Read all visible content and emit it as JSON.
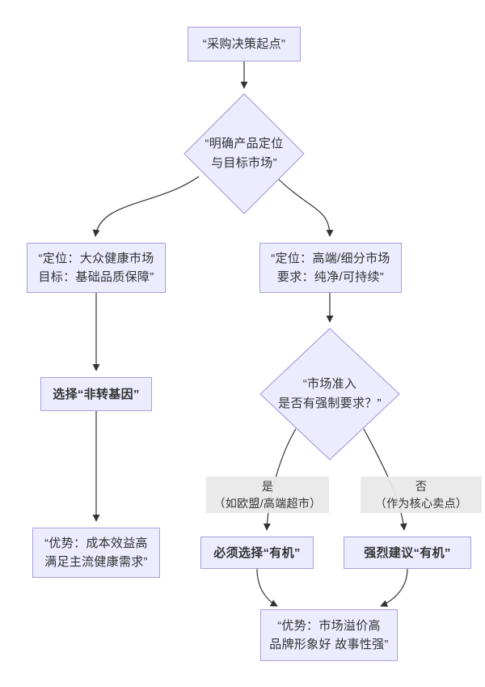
{
  "diagram": {
    "type": "flowchart",
    "direction": "top-down",
    "colors": {
      "node_fill": "#ECECFF",
      "node_border": "#aa9fdd",
      "edge": "#333333",
      "edge_label_bg": "#e8e8e8",
      "text": "#333333",
      "background": "#ffffff"
    },
    "nodes": {
      "start": {
        "line1": "“采购决策起点”"
      },
      "decision_positioning": {
        "line1": "“明确产品定位",
        "line2": "与目标市场”"
      },
      "mass_market": {
        "line1": "“定位：大众健康市场",
        "line2": "目标：基础品质保障”"
      },
      "premium_market": {
        "line1": "“定位：高端/细分市场",
        "line2": "要求：纯净/可持续”"
      },
      "choose_non_gmo": {
        "line1": "选择“非转基因”"
      },
      "decision_market_access": {
        "line1": "“市场准入",
        "line2": "是否有强制要求？”"
      },
      "must_organic": {
        "line1": "必须选择“有机”"
      },
      "suggest_organic": {
        "line1": "强烈建议“有机”"
      },
      "mass_advantage": {
        "line1": "“优势：成本效益高",
        "line2": "满足主流健康需求”"
      },
      "premium_advantage": {
        "line1": "“优势：市场溢价高",
        "line2": "品牌形象好 故事性强”"
      }
    },
    "edge_labels": {
      "yes": {
        "line1": "是",
        "line2": "（如欧盟/高端超市）"
      },
      "no": {
        "line1": "否",
        "line2": "（作为核心卖点）"
      }
    }
  }
}
